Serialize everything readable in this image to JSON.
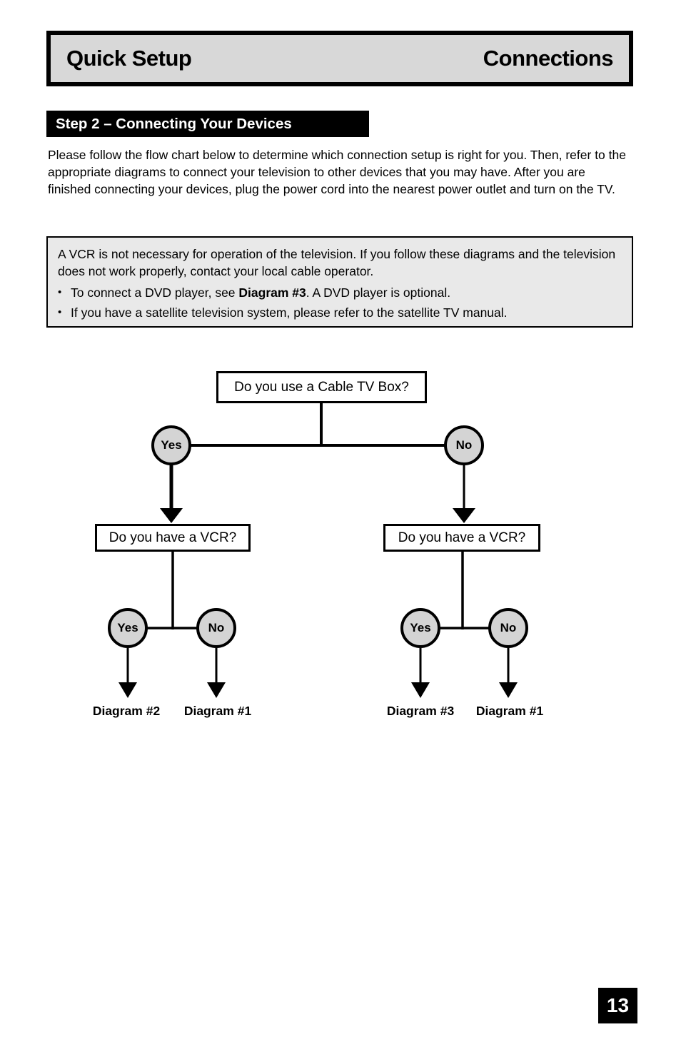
{
  "header": {
    "left": "Quick Setup",
    "right": "Connections"
  },
  "step_banner": "Step 2 – Connecting Your Devices",
  "intro": "Please follow the flow chart below to determine which connection setup is right for you. Then, refer to the appropriate diagrams to connect your television to other devices that you may have. After you are finished connecting your devices, plug the power cord into the nearest power outlet and turn on the TV.",
  "note_box": {
    "bullet_char": "•",
    "paragraph": "A VCR is not necessary for operation of the television. If you follow these diagrams and the television does not work properly, contact your local cable operator.",
    "bullets": [
      {
        "pre": "To connect a DVD player, see ",
        "bold": "Diagram #3",
        "post": ". A DVD player is optional."
      },
      {
        "pre": "If you have a satellite television system, please refer to the satellite TV manual.",
        "bold": "",
        "post": ""
      }
    ]
  },
  "flowchart": {
    "root_question": "Do you use a Cable TV Box?",
    "left_branch": {
      "answer": "Yes",
      "question": "Do you have a VCR?",
      "yes_label": "Yes",
      "no_label": "No",
      "yes_result": "Diagram #2",
      "no_result": "Diagram #1"
    },
    "right_branch": {
      "answer": "No",
      "question": "Do you have a VCR?",
      "yes_label": "Yes",
      "no_label": "No",
      "yes_result": "Diagram #3",
      "no_result": "Diagram #1"
    }
  },
  "page_number": "13",
  "colors": {
    "page-bg": "#ffffff",
    "ink": "#000000",
    "panel-gray": "#d8d8d8",
    "note-gray": "#e9e9e9",
    "node-gray": "#d4d4d4"
  }
}
